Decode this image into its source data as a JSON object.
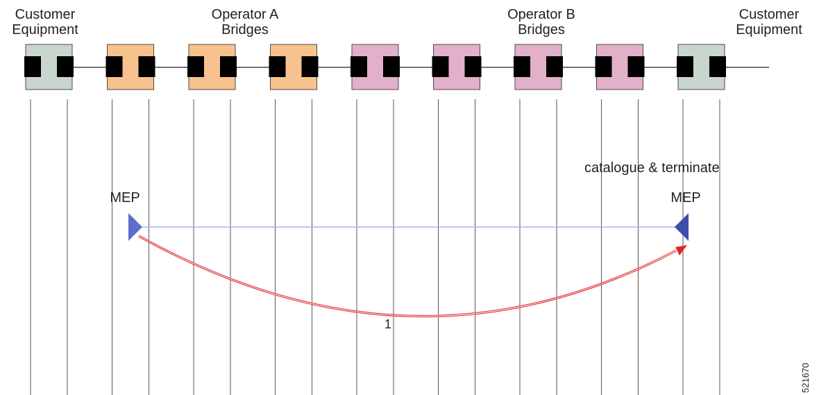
{
  "groups": {
    "customer_left": {
      "line1": "Customer",
      "line2": "Equipment"
    },
    "operator_a": {
      "line1": "Operator A",
      "line2": "Bridges"
    },
    "operator_b": {
      "line1": "Operator B",
      "line2": "Bridges"
    },
    "customer_right": {
      "line1": "Customer",
      "line2": "Equipment"
    }
  },
  "bridges": [
    {
      "role": "customer",
      "color": "#c9d6cd"
    },
    {
      "role": "operator-a",
      "color": "#f7c28e"
    },
    {
      "role": "operator-a",
      "color": "#f7c28e"
    },
    {
      "role": "operator-a",
      "color": "#f7c28e"
    },
    {
      "role": "operator-b",
      "color": "#e2b0c8"
    },
    {
      "role": "operator-b",
      "color": "#e2b0c8"
    },
    {
      "role": "operator-b",
      "color": "#e2b0c8"
    },
    {
      "role": "operator-b",
      "color": "#e2b0c8"
    },
    {
      "role": "customer",
      "color": "#c9d6cd"
    }
  ],
  "meps": {
    "left_label": "MEP",
    "right_label": "MEP",
    "left_color": "#5b6fc7",
    "right_color": "#3b4fa8",
    "link_color": "#a9b6e4"
  },
  "annotations": {
    "catalogue": "catalogue & terminate",
    "arrow_number": "1",
    "arrow_color": "#e0282c"
  },
  "figure_id": "521670"
}
